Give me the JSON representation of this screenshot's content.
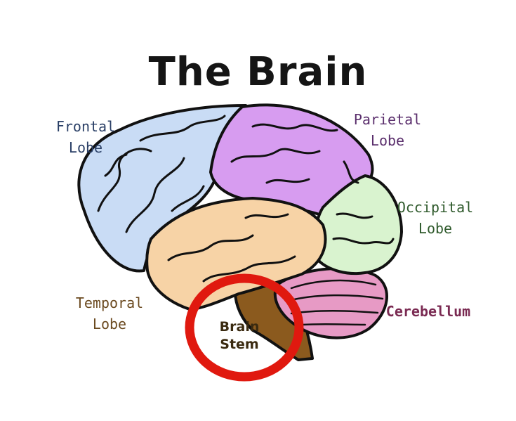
{
  "title": "The Brain",
  "labels": {
    "frontal": [
      "Frontal",
      "Lobe"
    ],
    "parietal": [
      "Parietal",
      "Lobe"
    ],
    "occipital": [
      "Occipital",
      "Lobe"
    ],
    "temporal": [
      "Temporal",
      "Lobe"
    ],
    "cerebellum": "Cerebellum",
    "brain_stem": [
      "Brain",
      "Stem"
    ]
  },
  "colors": {
    "frontal": "#c9dcf5",
    "parietal": "#d79cf0",
    "occipital": "#d9f3cf",
    "temporal": "#f7d3a6",
    "cerebellum": "#e79ac5",
    "brain_stem": "#8b5a1e",
    "highlight_circle": "#e0190f",
    "outline": "#111111"
  },
  "icons": {
    "highlight": "red-circle-icon"
  }
}
